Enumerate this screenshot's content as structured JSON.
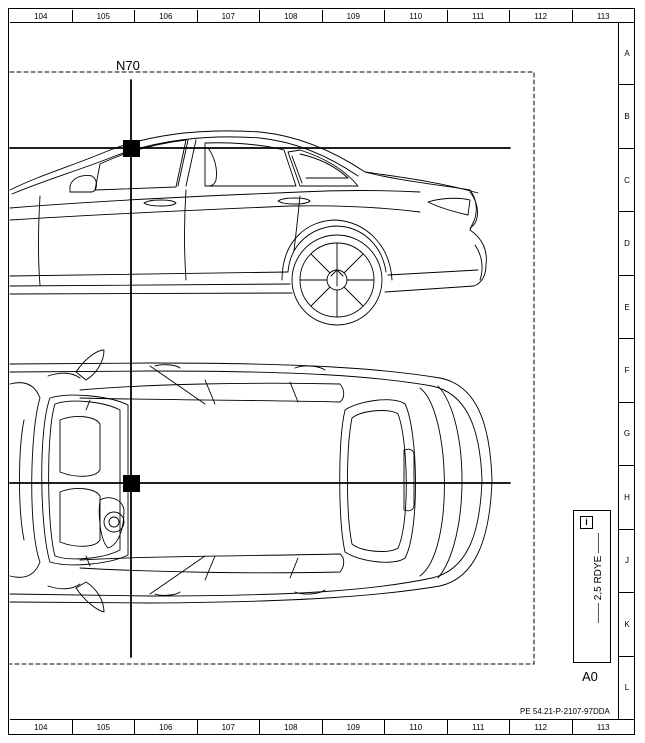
{
  "ruler": {
    "columns": [
      "104",
      "105",
      "106",
      "107",
      "108",
      "109",
      "110",
      "111",
      "112",
      "113"
    ],
    "rows": [
      "A",
      "B",
      "C",
      "D",
      "E",
      "F",
      "G",
      "H",
      "J",
      "K",
      "L"
    ]
  },
  "labels": {
    "sensor": "N70",
    "doc_code": "PE 54.21-P-2107-97DDA",
    "sheet": "A0",
    "info_symbol": "i",
    "wire": "—— 2,5 RDYE ——"
  },
  "colors": {
    "line": "#000000",
    "background": "#ffffff"
  },
  "icons": [
    "info-icon",
    "sensor-marker-icon"
  ]
}
